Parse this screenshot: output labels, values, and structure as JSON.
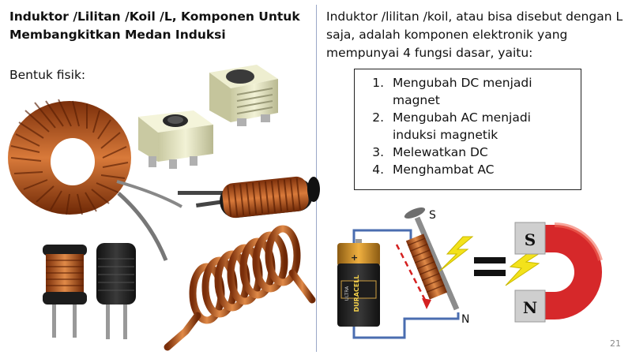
{
  "left": {
    "title": "Induktor /Lilitan /Koil /L, Komponen Untuk Membangkitkan Medan Induksi",
    "subtitle": "Bentuk fisik:"
  },
  "right": {
    "intro": "Induktor /lilitan /koil, atau bisa disebut dengan L saja, adalah komponen elektronik yang mempunyai 4 fungsi dasar, yaitu:",
    "functions": [
      "Mengubah DC menjadi magnet",
      "Mengubah AC menjadi induksi magnetik",
      "Melewatkan DC",
      "Menghambat AC"
    ],
    "label_s": "S",
    "label_n": "N"
  },
  "battery": {
    "brand": "DURACELL",
    "tag": "ULTRA",
    "plus": "+"
  },
  "magnet": {
    "pole_s": "S",
    "pole_n": "N"
  },
  "page_number": "21",
  "colors": {
    "copper": "#b5561c",
    "magnet_red": "#d6282a",
    "wire_blue": "#4a6db0",
    "bolt_yellow": "#f3e21b"
  }
}
